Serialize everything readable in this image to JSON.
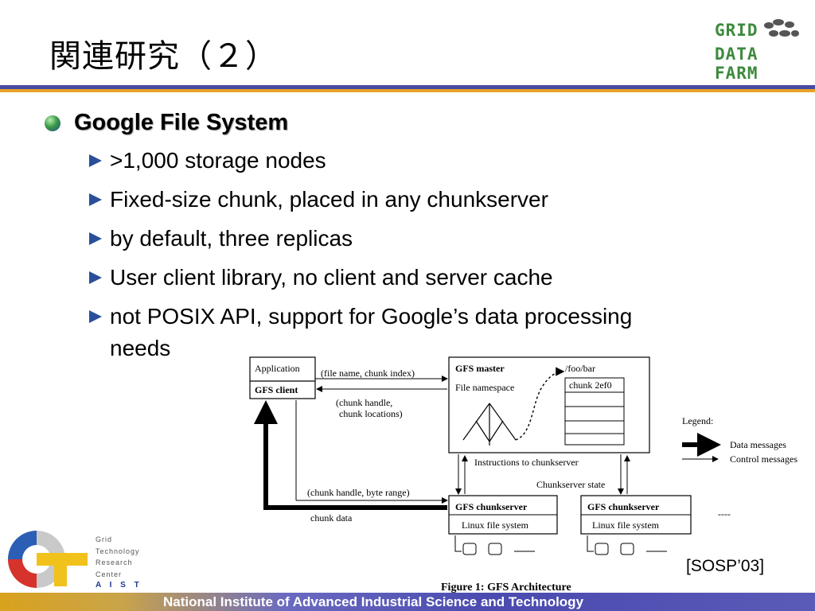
{
  "slide": {
    "title": "関連研究（２）",
    "logo_top": "GRID",
    "logo_bottom": "DATA FARM",
    "main_bullet": "Google File System",
    "sub_bullets": [
      ">1,000 storage nodes",
      "Fixed-size chunk, placed in any chunkserver",
      "by default, three replicas",
      "User client library, no client and server cache",
      "not POSIX API, support for Google’s data processing"
    ],
    "sub_bullet_continuation": "needs",
    "citation": "[SOSP’03]",
    "footer": "National Institute of Advanced Industrial Science and Technology",
    "org_logo": {
      "lines": [
        "Grid",
        "Technology",
        "Research",
        "Center"
      ],
      "abbr": "A I S T"
    }
  },
  "figure": {
    "caption": "Figure 1:  GFS Architecture",
    "application": "Application",
    "gfs_client": "GFS client",
    "msg_file_name": "(file name, chunk index)",
    "msg_chunk_handle": "(chunk handle,",
    "msg_chunk_locations": "chunk locations)",
    "master_title": "GFS master",
    "file_namespace": "File namespace",
    "path": "/foo/bar",
    "chunk_id": "chunk 2ef0",
    "instructions": "Instructions to chunkserver",
    "chunkserver_state": "Chunkserver state",
    "msg_byte_range": "(chunk handle, byte range)",
    "chunk_data": "chunk data",
    "chunkserver_1": "GFS chunkserver",
    "chunkserver_2": "GFS chunkserver",
    "linux_fs_1": "Linux file system",
    "linux_fs_2": "Linux file system",
    "legend_title": "Legend:",
    "legend_data": "Data messages",
    "legend_control": "Control messages",
    "ellipsis": "----"
  },
  "colors": {
    "title_bar": "#4a4aa0",
    "accent_bar": "#e9a32a",
    "logo_green": "#3d8a3d",
    "bullet_arrow": "#2a4f9a"
  }
}
